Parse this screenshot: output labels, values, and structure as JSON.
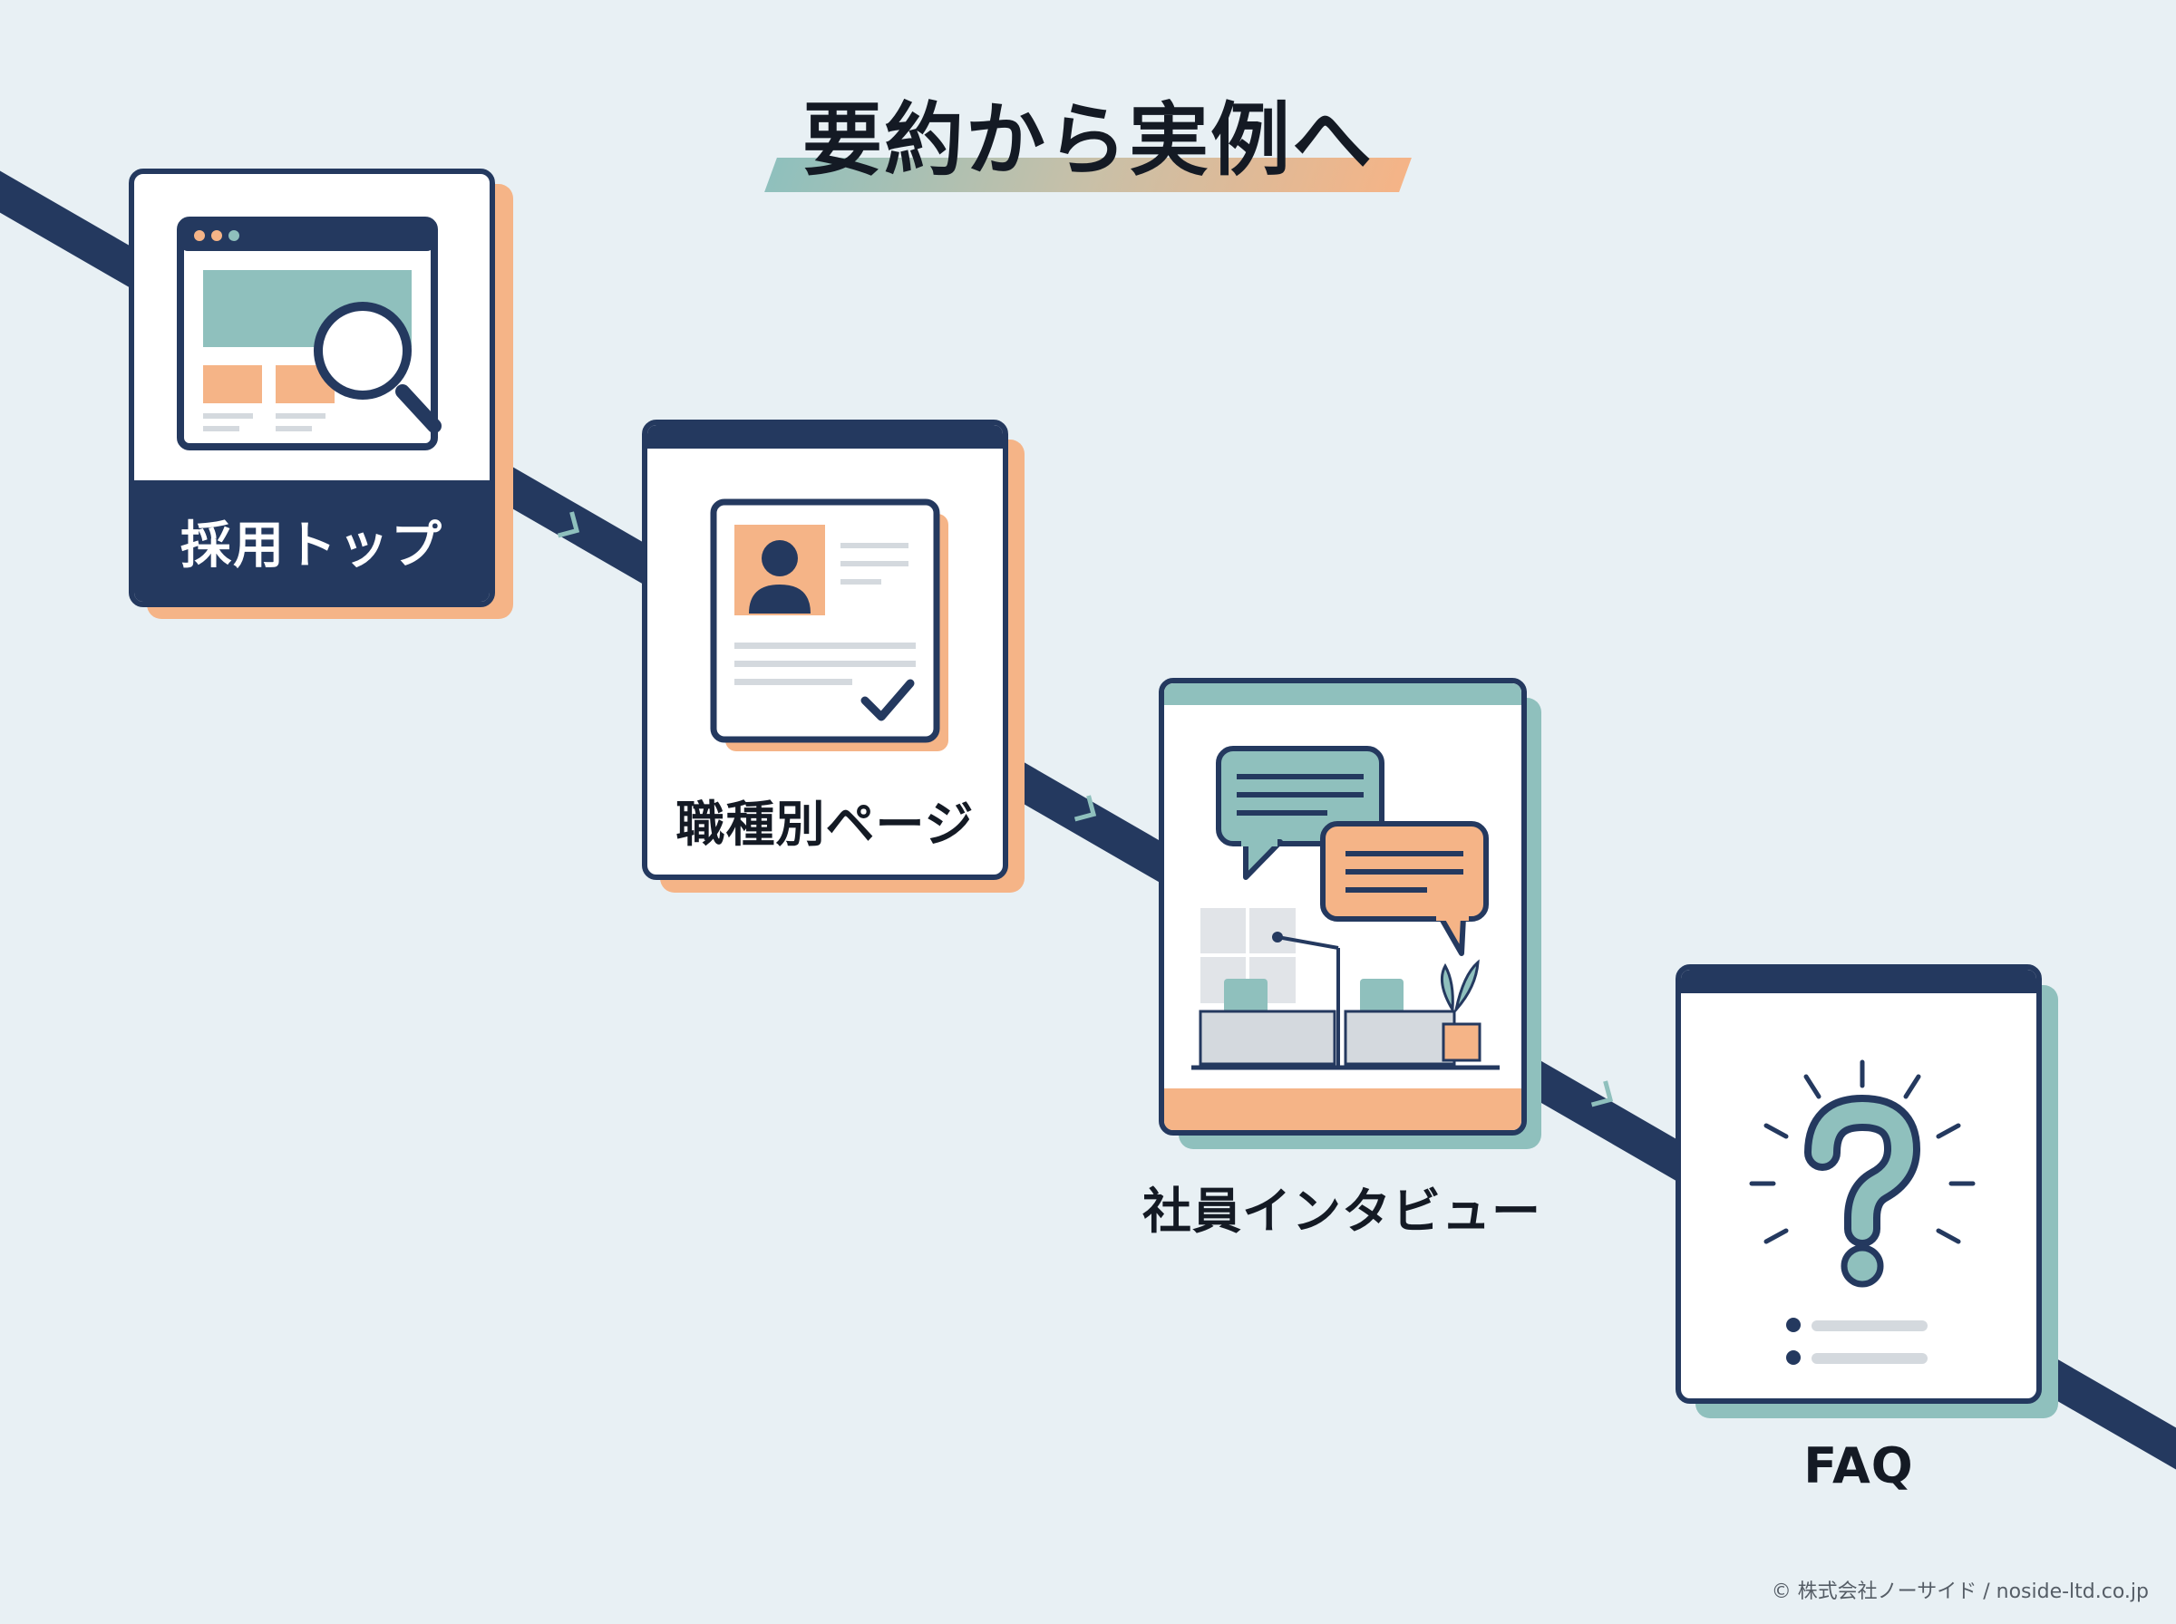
{
  "title": "要約から実例へ",
  "steps": [
    {
      "label": "採用トップ",
      "icon": "browser-search-icon"
    },
    {
      "label": "職種別ページ",
      "icon": "profile-document-icon"
    },
    {
      "label": "社員インタビュー",
      "icon": "interview-office-icon"
    },
    {
      "label": "FAQ",
      "icon": "question-icon"
    }
  ],
  "copyright": "© 株式会社ノーサイド / noside-ltd.co.jp",
  "colors": {
    "background": "#e8f0f4",
    "navy": "#24395f",
    "teal": "#8fc0bd",
    "orange": "#f5b487"
  }
}
